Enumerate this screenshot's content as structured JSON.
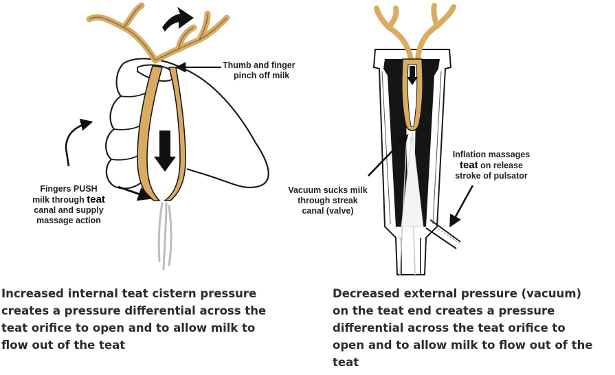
{
  "left_panel": {
    "label_pinch": {
      "line1": "Thumb and finger",
      "line2": "pinch off milk"
    },
    "label_push": {
      "line1": "Fingers PUSH",
      "line2a": "milk through ",
      "line2b": "teat",
      "line3": "canal and supply",
      "line4": "massage action"
    },
    "caption": [
      "Increased internal teat cistern pressure",
      "creates a pressure differential across the",
      "teat orifice to open and to allow milk to",
      "flow out of the teat"
    ]
  },
  "right_panel": {
    "label_inflation": {
      "line1": "Inflation massages",
      "line2a": "teat",
      "line2b": " on release",
      "line3": "stroke of pulsator"
    },
    "label_vacuum": {
      "line1": "Vacuum sucks milk",
      "line2": "through streak",
      "line3": "canal (valve)"
    },
    "caption": [
      "Decreased external pressure (vacuum)",
      "on the teat end creates a pressure",
      "differential across the teat orifice to",
      "open and to allow milk to flow out of the",
      "teat"
    ]
  },
  "colors": {
    "teat_wall": "#d9ab63",
    "outline": "#1a1a1a",
    "inflation_liner": "#151515",
    "text": "#2b2b2b"
  }
}
